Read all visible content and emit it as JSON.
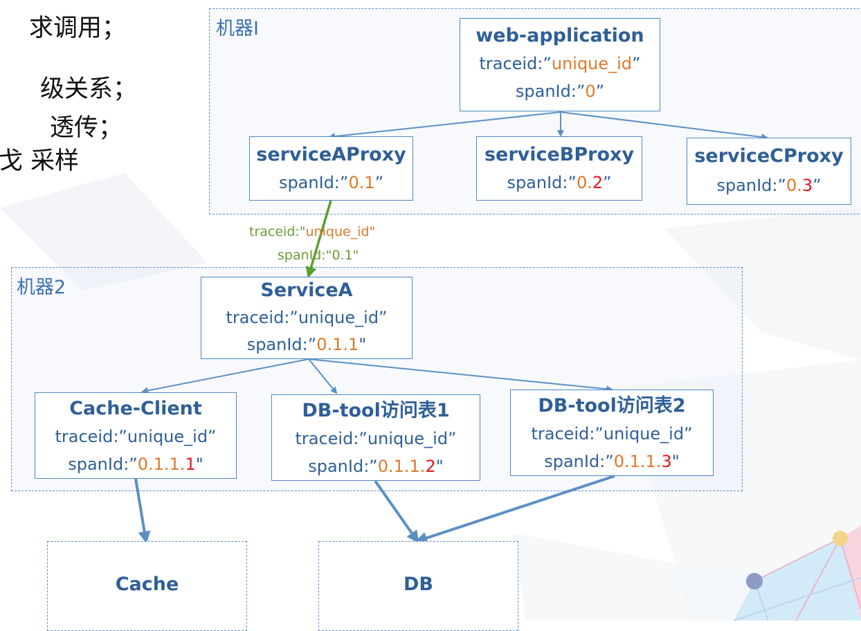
{
  "left_text": [
    "求调用；",
    "级关系；",
    "透传；",
    "戈 采样"
  ],
  "groups": {
    "machine1": {
      "label": "机器I"
    },
    "machine2": {
      "label": "机器2"
    }
  },
  "nodes": {
    "web_application": {
      "title": "web-application",
      "traceid_prefix": "traceid:”",
      "traceid_value": "unique_id",
      "traceid_suffix": "”",
      "spanid_prefix": "spanId:”",
      "spanid_value": "0",
      "spanid_suffix": "”"
    },
    "service_a_proxy": {
      "title": "serviceAProxy",
      "spanid_prefix": "spanId:”",
      "spanid_base": "0.1",
      "spanid_last": "",
      "spanid_suffix": "”"
    },
    "service_b_proxy": {
      "title": "serviceBProxy",
      "spanid_prefix": "spanId:”",
      "spanid_base": "0.",
      "spanid_last": "2",
      "spanid_suffix": "”"
    },
    "service_c_proxy": {
      "title": "serviceCProxy",
      "spanid_prefix": "spanId:”",
      "spanid_base": "0.",
      "spanid_last": "3",
      "spanid_suffix": "”"
    },
    "service_a": {
      "title": "ServiceA",
      "traceid": "traceid:”unique_id”",
      "spanid_prefix": "spanId:”",
      "spanid_value": "0.1.1",
      "spanid_suffix": "\""
    },
    "cache_client": {
      "title": "Cache-Client",
      "traceid": "traceid:”unique_id”",
      "spanid_prefix": "spanId:”",
      "spanid_base": "0.1.1.",
      "spanid_last": "1",
      "spanid_suffix": "\""
    },
    "db_tool_1": {
      "title": "DB-tool访问表1",
      "traceid": "traceid:”unique_id”",
      "spanid_prefix": "spanId:”",
      "spanid_base": "0.1.1.",
      "spanid_last": "2",
      "spanid_suffix": "\""
    },
    "db_tool_2": {
      "title": "DB-tool访问表2",
      "traceid": "traceid:”unique_id”",
      "spanid_prefix": "spanId:”",
      "spanid_base": "0.1.1.",
      "spanid_last": "3",
      "spanid_suffix": "\""
    }
  },
  "stores": {
    "cache": {
      "title": "Cache"
    },
    "db": {
      "title": "DB"
    }
  },
  "propagation": {
    "traceid_prefix": "traceid:\"",
    "traceid_value": "unique_id\"",
    "spanid_prefix": "spanId:\"",
    "spanid_value": "0.1\""
  },
  "colors": {
    "node_text": "#2f5f97",
    "border": "#4d86c2",
    "arrow_blue": "#5b8fc4",
    "arrow_green": "#5a9e2f",
    "value_orange": "#e07828",
    "value_red": "#e8141c"
  }
}
